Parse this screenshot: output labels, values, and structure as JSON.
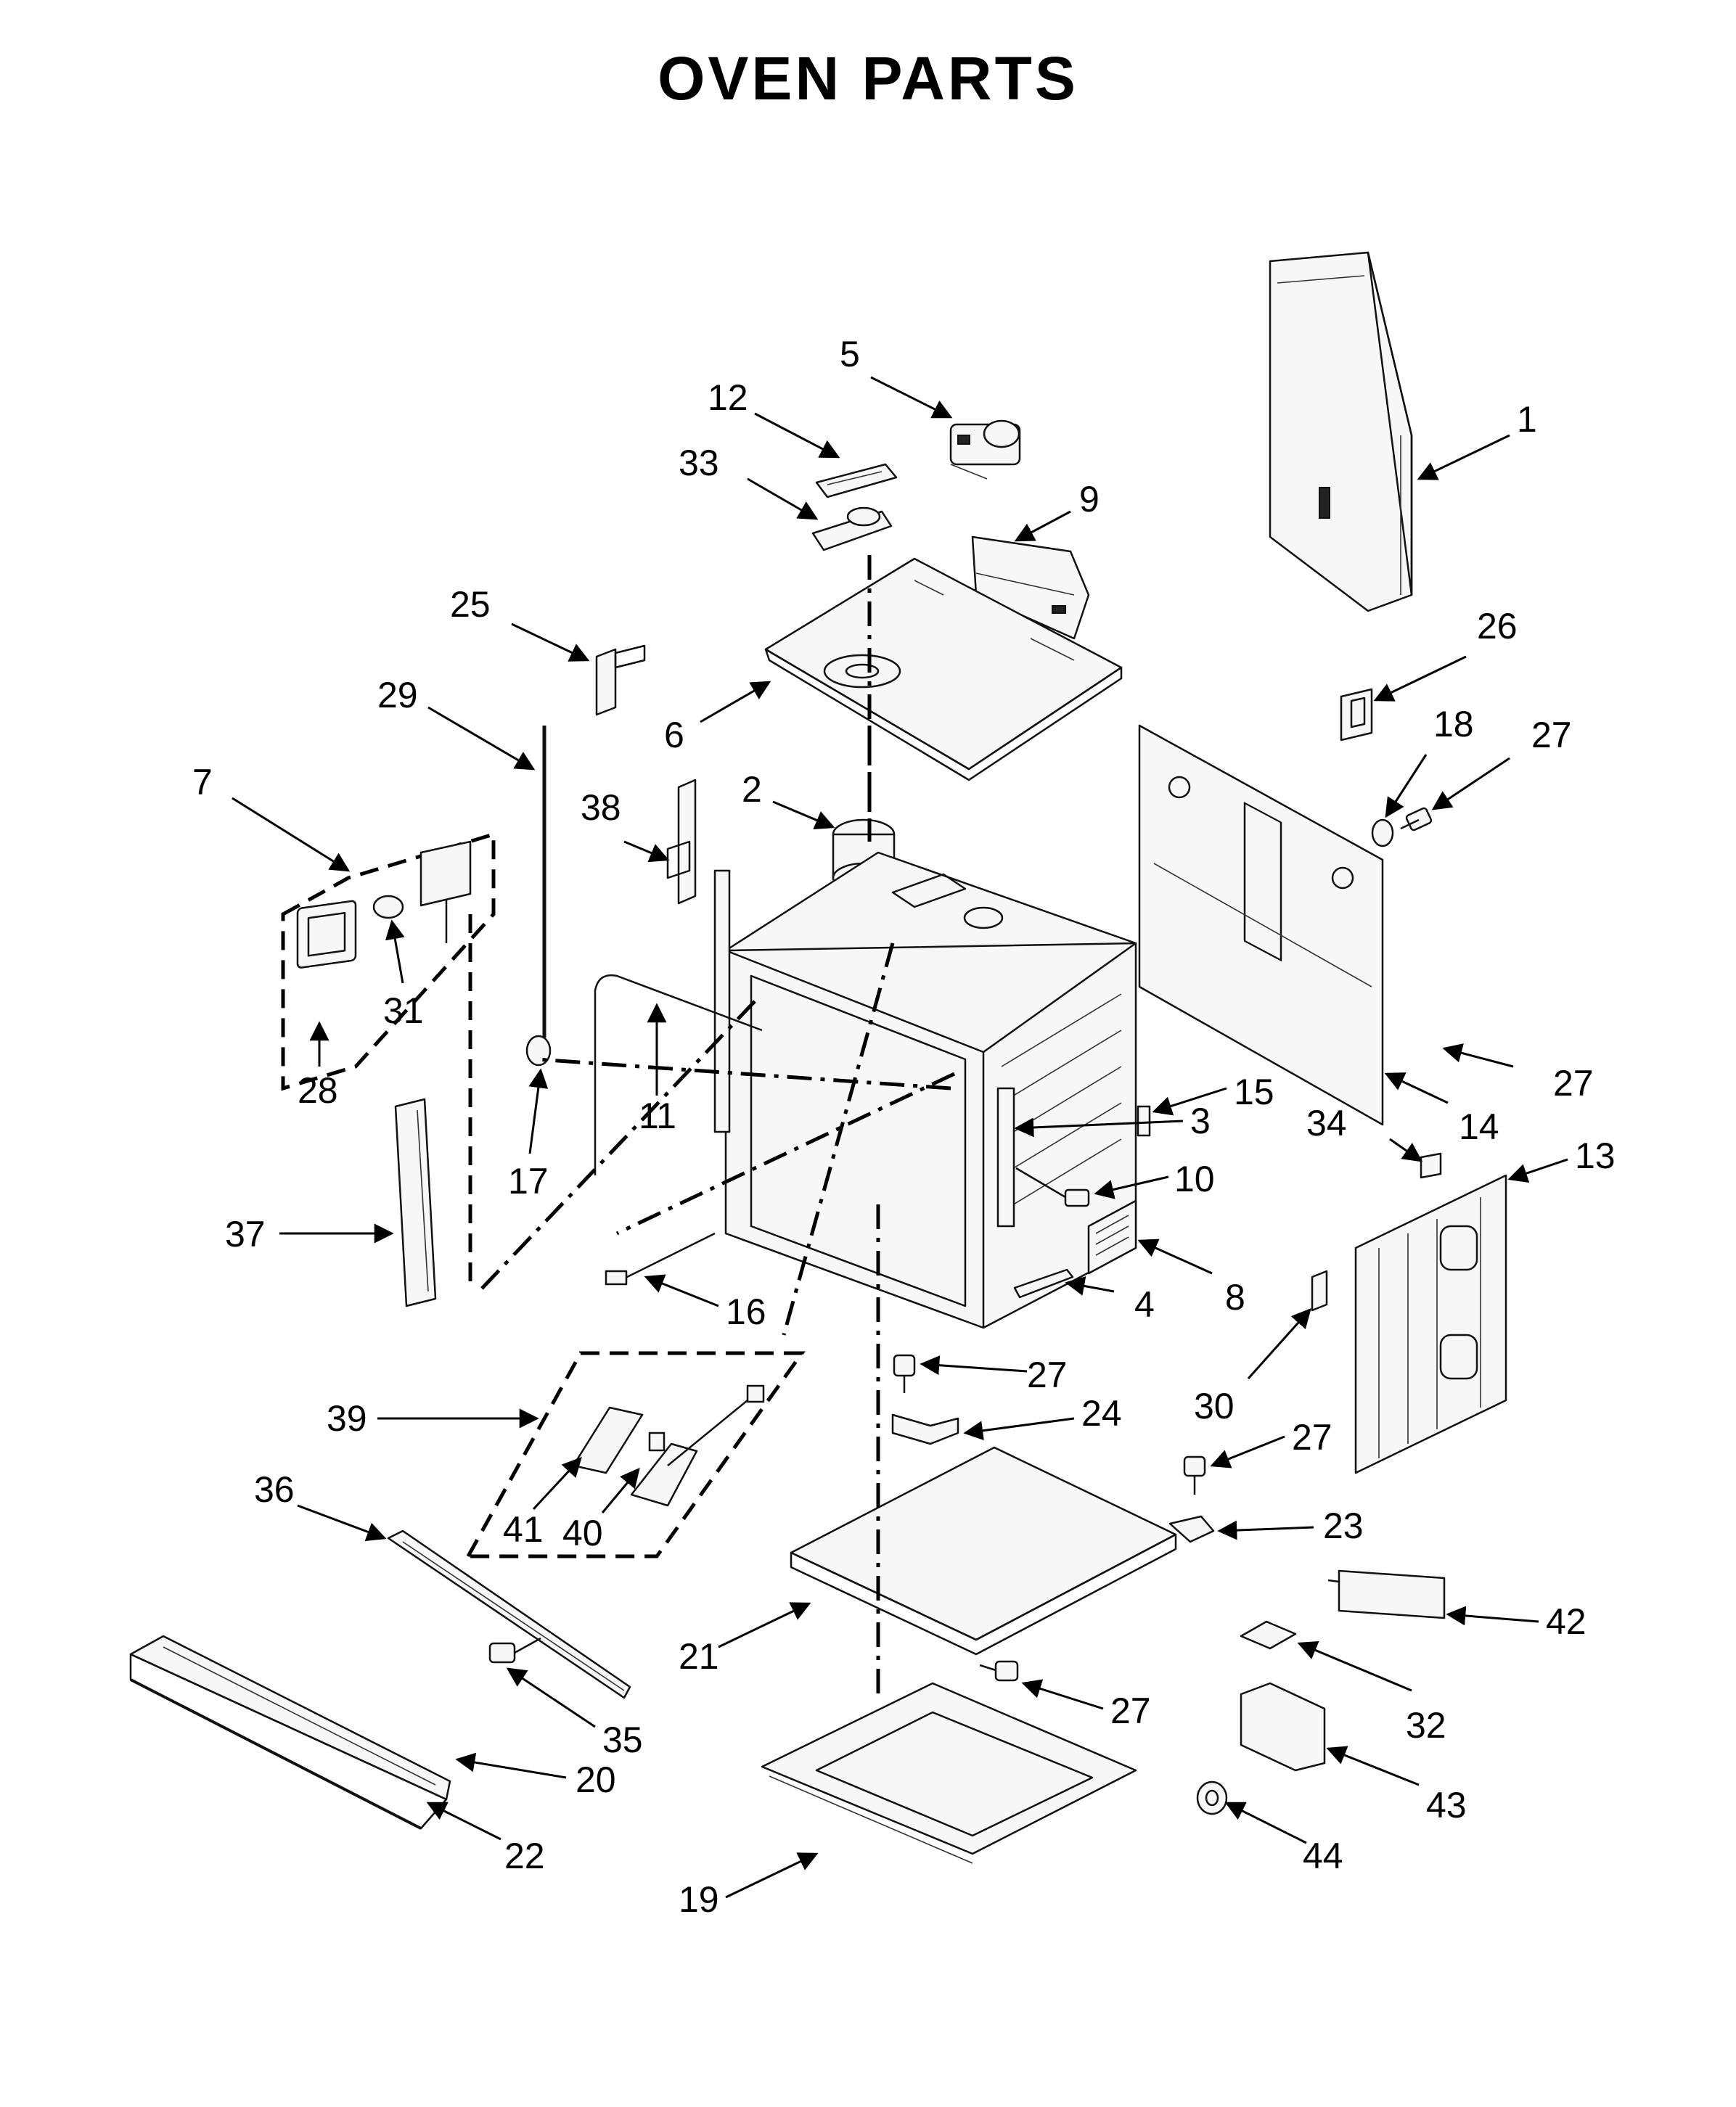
{
  "title": "OVEN PARTS",
  "callouts": [
    "1",
    "2",
    "3",
    "4",
    "5",
    "6",
    "7",
    "8",
    "9",
    "10",
    "11",
    "12",
    "13",
    "14",
    "15",
    "16",
    "17",
    "18",
    "19",
    "20",
    "21",
    "22",
    "23",
    "24",
    "25",
    "26",
    "27",
    "28",
    "29",
    "30",
    "31",
    "32",
    "33",
    "34",
    "35",
    "36",
    "37",
    "38",
    "39",
    "40",
    "41",
    "42",
    "43",
    "44"
  ],
  "repeat_labels": {
    "part_27": "27"
  }
}
